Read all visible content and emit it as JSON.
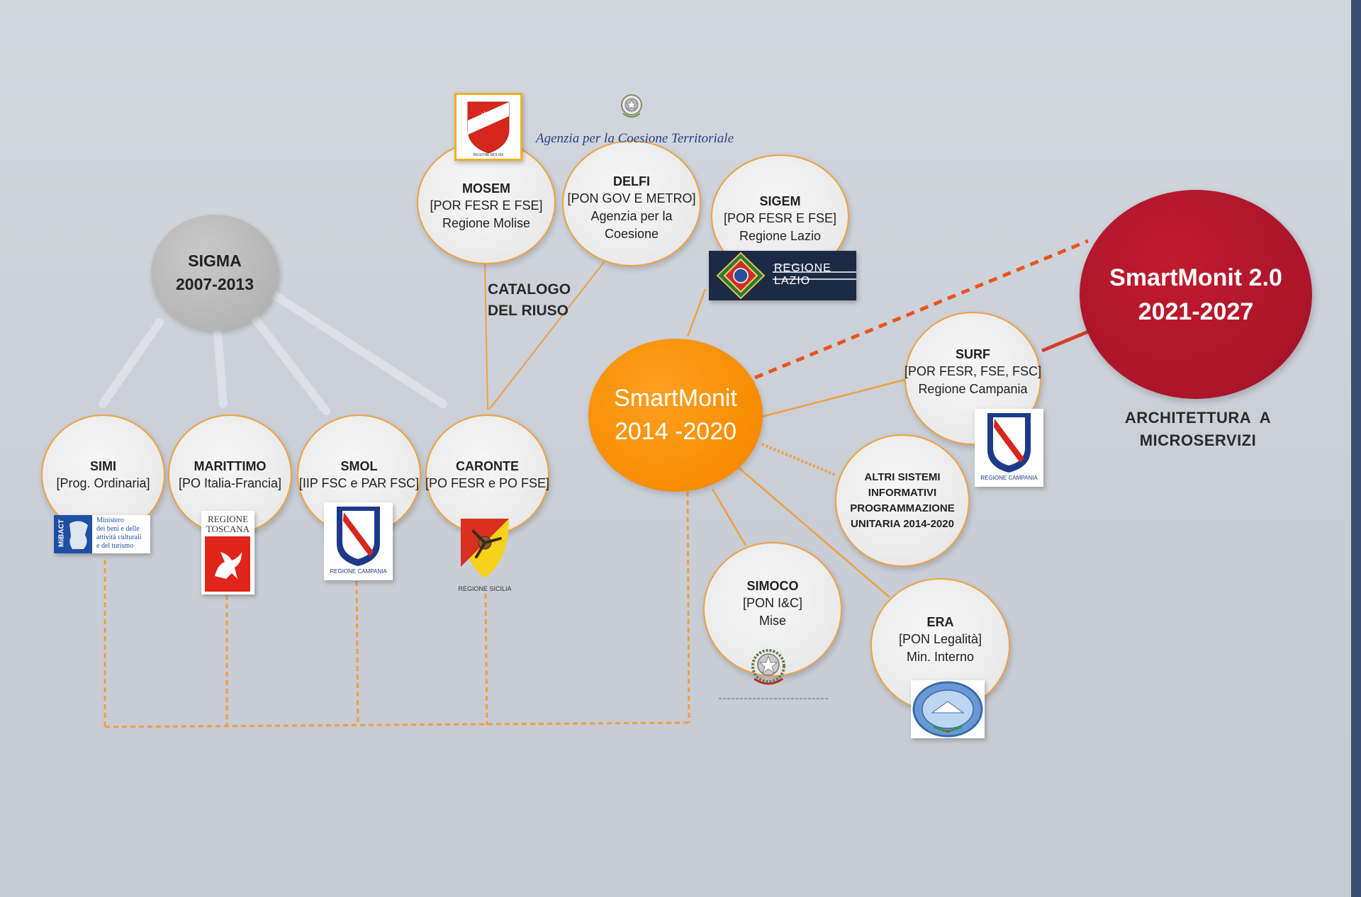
{
  "sigma": {
    "title_line1": "SIGMA",
    "title_line2": "2007-2013"
  },
  "catalogo": {
    "line1": "CATALOGO",
    "line2": "DEL RIUSO"
  },
  "mosem": {
    "title": "MOSEM",
    "sub1": "[POR FESR E FSE]",
    "sub2": "Regione Molise"
  },
  "delfi": {
    "title": "DELFI",
    "sub1": "[PON GOV E METRO]",
    "sub2": "Agenzia per la",
    "sub3": "Coesione"
  },
  "sigem": {
    "title": "SIGEM",
    "sub1": "[POR FESR E FSE]",
    "sub2": "Regione Lazio"
  },
  "simi": {
    "title": "SIMI",
    "sub1": "[Prog. Ordinaria]"
  },
  "marittimo": {
    "title": "MARITTIMO",
    "sub1": "[PO Italia-Francia]"
  },
  "smol": {
    "title": "SMOL",
    "sub1": "[IIP FSC e PAR FSC]"
  },
  "caronte": {
    "title": "CARONTE",
    "sub1": "[PO FESR e PO FSE]"
  },
  "smartmonit": {
    "line1": "SmartMonit",
    "line2": "2014 -2020"
  },
  "smartmonit20": {
    "line1": "SmartMonit 2.0",
    "line2": "2021-2027"
  },
  "architettura": {
    "line1": "ARCHITETTURA  A",
    "line2": "MICROSERVIZI"
  },
  "surf": {
    "title": "SURF",
    "sub1": "[POR FESR, FSE, FSC]",
    "sub2": "Regione Campania"
  },
  "altri": {
    "line1": "ALTRI SISTEMI",
    "line2": "INFORMATIVI",
    "line3": "PROGRAMMAZIONE",
    "line4": "UNITARIA 2014-2020"
  },
  "simoco": {
    "title": "SIMOCO",
    "sub1": "[PON I&C]",
    "sub2": "Mise"
  },
  "era": {
    "title": "ERA",
    "sub1": "[PON Legalità]",
    "sub2": "Min. Interno"
  },
  "logos": {
    "molise": "REGIONE MOLISE",
    "agenzia": "Agenzia per la Coesione Territoriale",
    "lazio_line1": "REGIONE",
    "lazio_line2": "LAZIO",
    "mibact_abbr": "MiBACT",
    "mibact_line1": "Ministero",
    "mibact_line2": "dei beni e delle",
    "mibact_line3": "attività culturali",
    "mibact_line4": "e del turismo",
    "toscana_line1": "REGIONE",
    "toscana_line2": "TOSCANA",
    "campania": "REGIONE CAMPANIA",
    "sicilia": "REGIONE SICILIA"
  },
  "colors": {
    "orange": "#f78c00",
    "line_orange": "#f0a040",
    "red": "#a9142a",
    "dashed_red": "#e8541f",
    "gray_line": "#d8dde4"
  }
}
